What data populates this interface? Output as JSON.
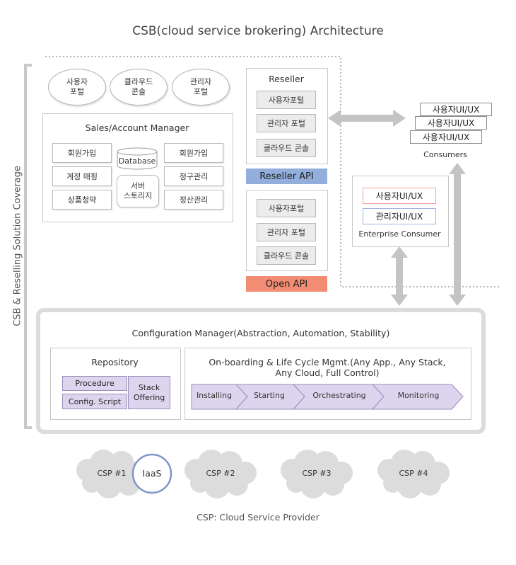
{
  "title": "CSB(cloud service brokering) Architecture",
  "side_label": "CSB & Reselling Solution Coverage",
  "portals": [
    "사용자\n포털",
    "클라우드\n콘솔",
    "관리자\n포털"
  ],
  "sales": {
    "title": "Sales/Account  Manager",
    "left_items": [
      "회원가입",
      "계정 매핑",
      "상품청약"
    ],
    "database": "Database",
    "storage": "서버\n스토리지",
    "right_items": [
      "회원가입",
      "청구관리",
      "정산관리"
    ]
  },
  "reseller": {
    "title": "Reseller",
    "items": [
      "사용자포털",
      "관리자 포털",
      "클라우드 콘솔"
    ],
    "api": "Reseller API"
  },
  "open_api": {
    "items": [
      "사용자포털",
      "관리자 포털",
      "클라우드 콘솔"
    ],
    "label": "Open API"
  },
  "consumers": {
    "stack": [
      "사용자UI/UX",
      "사용자UI/UX",
      "사용자UI/UX"
    ],
    "label": "Consumers"
  },
  "enterprise": {
    "user_ux": "사용자UI/UX",
    "admin_ux": "관리자UI/UX",
    "label": "Enterprise Consumer"
  },
  "config": {
    "title": "Configuration Manager(Abstraction, Automation, Stability)",
    "repository": {
      "title": "Repository",
      "procedure": "Procedure",
      "config_script": "Config. Script",
      "stack_offering": "Stack\nOffering"
    },
    "onboarding": {
      "title": "On-boarding & Life Cycle Mgmt.(Any App., Any Stack,\nAny Cloud, Full Control)",
      "steps": [
        "Installing",
        "Starting",
        "Orchestrating",
        "Monitoring"
      ]
    }
  },
  "csps": [
    "CSP #1",
    "CSP #2",
    "CSP #3",
    "CSP #4"
  ],
  "iaas": "IaaS",
  "footer": "CSP: Cloud Service Provider",
  "colors": {
    "reseller_api": "#92aedb",
    "open_api": "#f28c73",
    "stage_fill": "#ddd5ee",
    "iaas_ring": "#7f95c8"
  }
}
